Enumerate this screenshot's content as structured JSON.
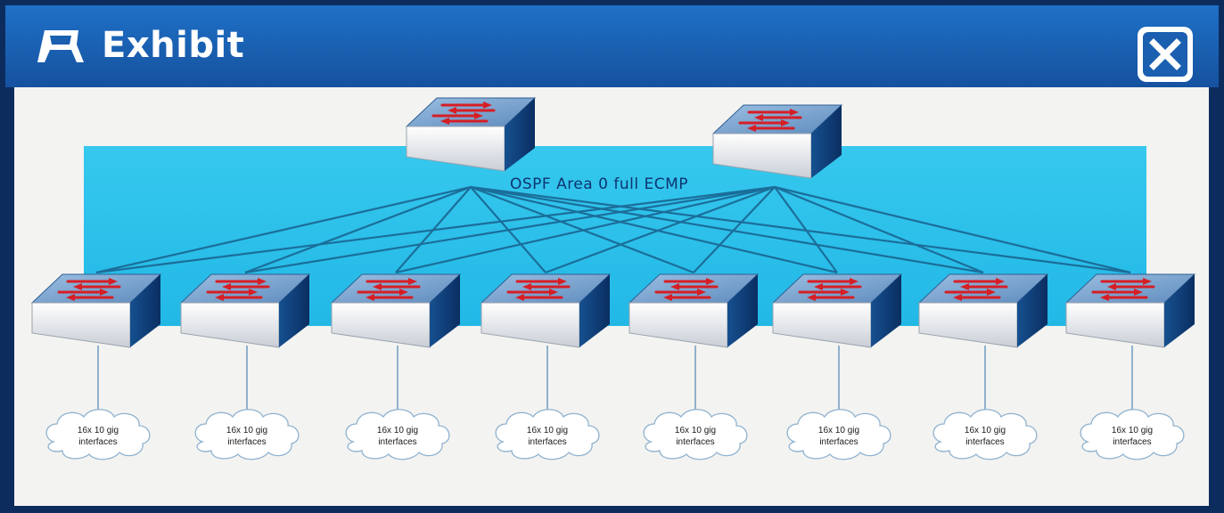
{
  "window": {
    "title": "Exhibit",
    "close_icon": "close-icon",
    "title_icon": "exhibit-icon"
  },
  "diagram": {
    "area_label": "OSPF Area 0 full ECMP",
    "spines": [
      "spine-1",
      "spine-2"
    ],
    "leaves": [
      "leaf-1",
      "leaf-2",
      "leaf-3",
      "leaf-4",
      "leaf-5",
      "leaf-6",
      "leaf-7",
      "leaf-8"
    ],
    "clouds": [
      {
        "line1": "16x 10 gig",
        "line2": "interfaces"
      },
      {
        "line1": "16x 10 gig",
        "line2": "interfaces"
      },
      {
        "line1": "16x 10 gig",
        "line2": "interfaces"
      },
      {
        "line1": "16x 10 gig",
        "line2": "interfaces"
      },
      {
        "line1": "16x 10 gig",
        "line2": "interfaces"
      },
      {
        "line1": "16x 10 gig",
        "line2": "interfaces"
      },
      {
        "line1": "16x 10 gig",
        "line2": "interfaces"
      },
      {
        "line1": "16x 10 gig",
        "line2": "interfaces"
      }
    ],
    "colors": {
      "area_fill": "#2fc4ec",
      "link": "#1b6e9a",
      "switch_top": "#7fa6cf",
      "switch_side": "#0e3d7a",
      "arrow": "#d61e25"
    }
  }
}
